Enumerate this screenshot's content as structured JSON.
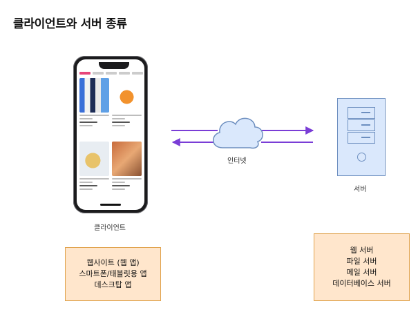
{
  "title": "클라이언트와 서버 종류",
  "client_label": "클라이언트",
  "network_label": "인터넷",
  "server_label": "서버",
  "client_types": [
    "웹사이트 (웹 앱)",
    "스마트폰/태블릿용 앱",
    "데스크탑 앱"
  ],
  "server_types": [
    "웹 서버",
    "파일 서버",
    "메일 서버",
    "데이터베이스 서버"
  ],
  "colors": {
    "arrow": "#7a3dd6",
    "server_fill": "#dae8fc",
    "server_stroke": "#6c8ebf",
    "box_fill": "#ffe6cc",
    "box_stroke": "#e0a24c"
  },
  "icons": {
    "client": "smartphone-icon",
    "network": "cloud-icon",
    "server": "server-icon"
  }
}
